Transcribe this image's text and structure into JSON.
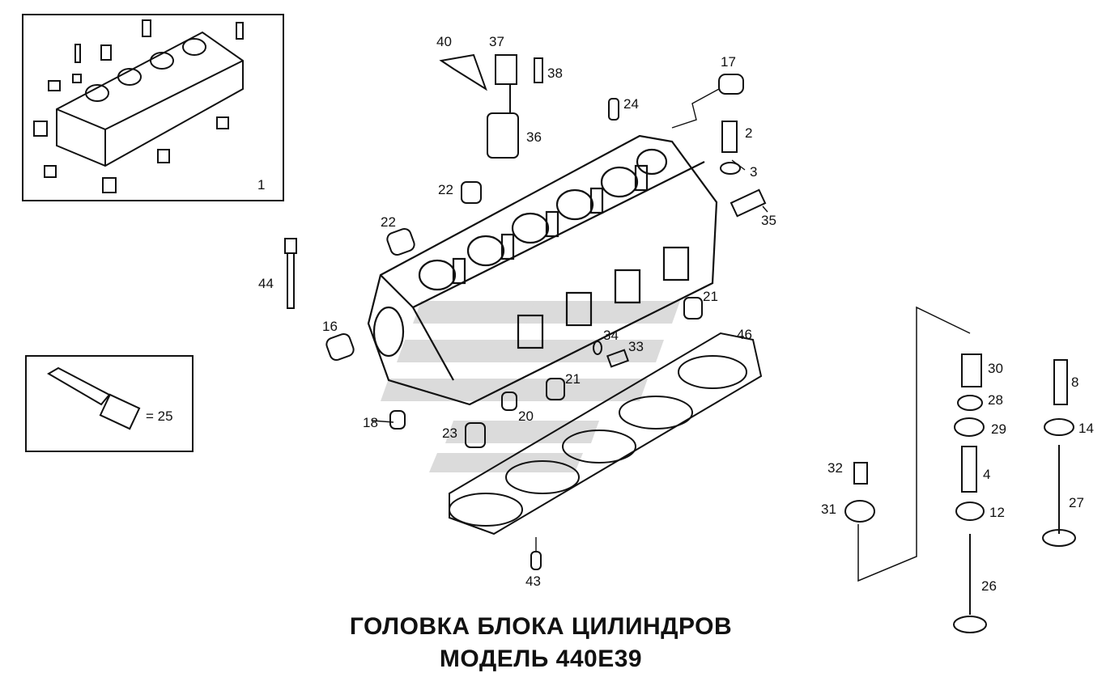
{
  "title": {
    "line1": "ГОЛОВКА БЛОКА ЦИЛИНДРОВ",
    "line2": "МОДЕЛЬ 440Е39"
  },
  "part_labels": {
    "p1": "1",
    "p2": "2",
    "p3": "3",
    "p4": "4",
    "p8": "8",
    "p12": "12",
    "p14": "14",
    "p16": "16",
    "p17": "17",
    "p18": "18",
    "p20": "20",
    "p21a": "21",
    "p21b": "21",
    "p22a": "22",
    "p22b": "22",
    "p23": "23",
    "p24": "24",
    "p26": "26",
    "p27": "27",
    "p28": "28",
    "p29": "29",
    "p30": "30",
    "p31": "31",
    "p32": "32",
    "p33": "33",
    "p34": "34",
    "p35": "35",
    "p36": "36",
    "p37": "37",
    "p38": "38",
    "p40": "40",
    "p43": "43",
    "p44": "44",
    "p46": "46"
  },
  "sealant_callout": "= 25",
  "colors": {
    "ink": "#111111",
    "watermark": "#c8c8c8"
  }
}
